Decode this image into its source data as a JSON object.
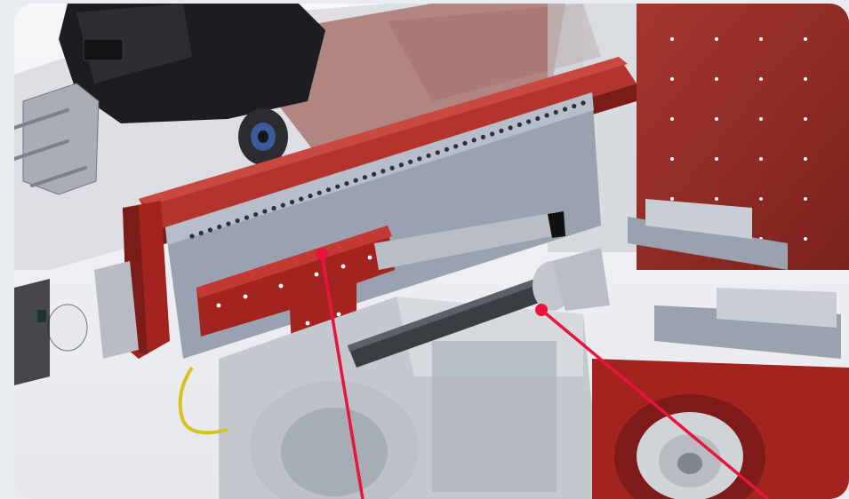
{
  "image": {
    "kind": "cad-render",
    "description_labels": [],
    "callouts": [
      {
        "marker": "red-dot",
        "color": "#e8143c"
      },
      {
        "marker": "red-dot",
        "color": "#e8143c"
      }
    ]
  },
  "colors": {
    "frame_bg": "#e9edf2",
    "red_part": "#a3241f",
    "red_part_dark": "#6e1714",
    "red_part_light": "#c33a32",
    "grey_part": "#9aa2ad",
    "grey_light": "#c9ced6",
    "steel": "#6f7782",
    "rod_dark": "#3a3d42",
    "black_motor": "#1c1d20",
    "callout_red": "#e8143c",
    "yellow_cable": "#d9c21a"
  }
}
